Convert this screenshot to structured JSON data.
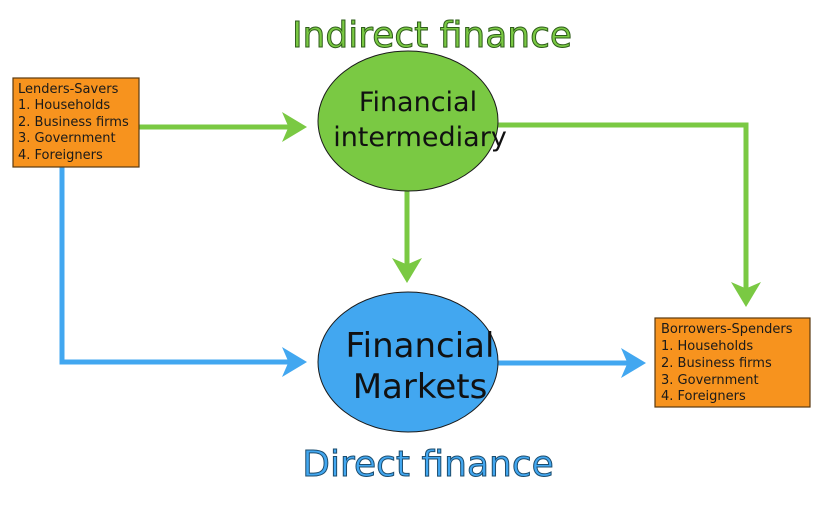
{
  "title_indirect": "Indirect finance",
  "title_direct": "Direct finance",
  "lenders": {
    "heading": "Lenders-Savers",
    "items": [
      "1. Households",
      "2. Business firms",
      "3. Government",
      "4. Foreigners"
    ]
  },
  "borrowers": {
    "heading": "Borrowers-Spenders",
    "items": [
      "1. Households",
      "2. Business firms",
      "3. Government",
      "4. Foreigners"
    ]
  },
  "intermediary": {
    "line1": "Financial",
    "line2": "intermediary"
  },
  "markets": {
    "line1": "Financial",
    "line2": "Markets"
  },
  "colors": {
    "green": "#7ac943",
    "blue": "#42a7f0",
    "orange": "#f7931e"
  }
}
